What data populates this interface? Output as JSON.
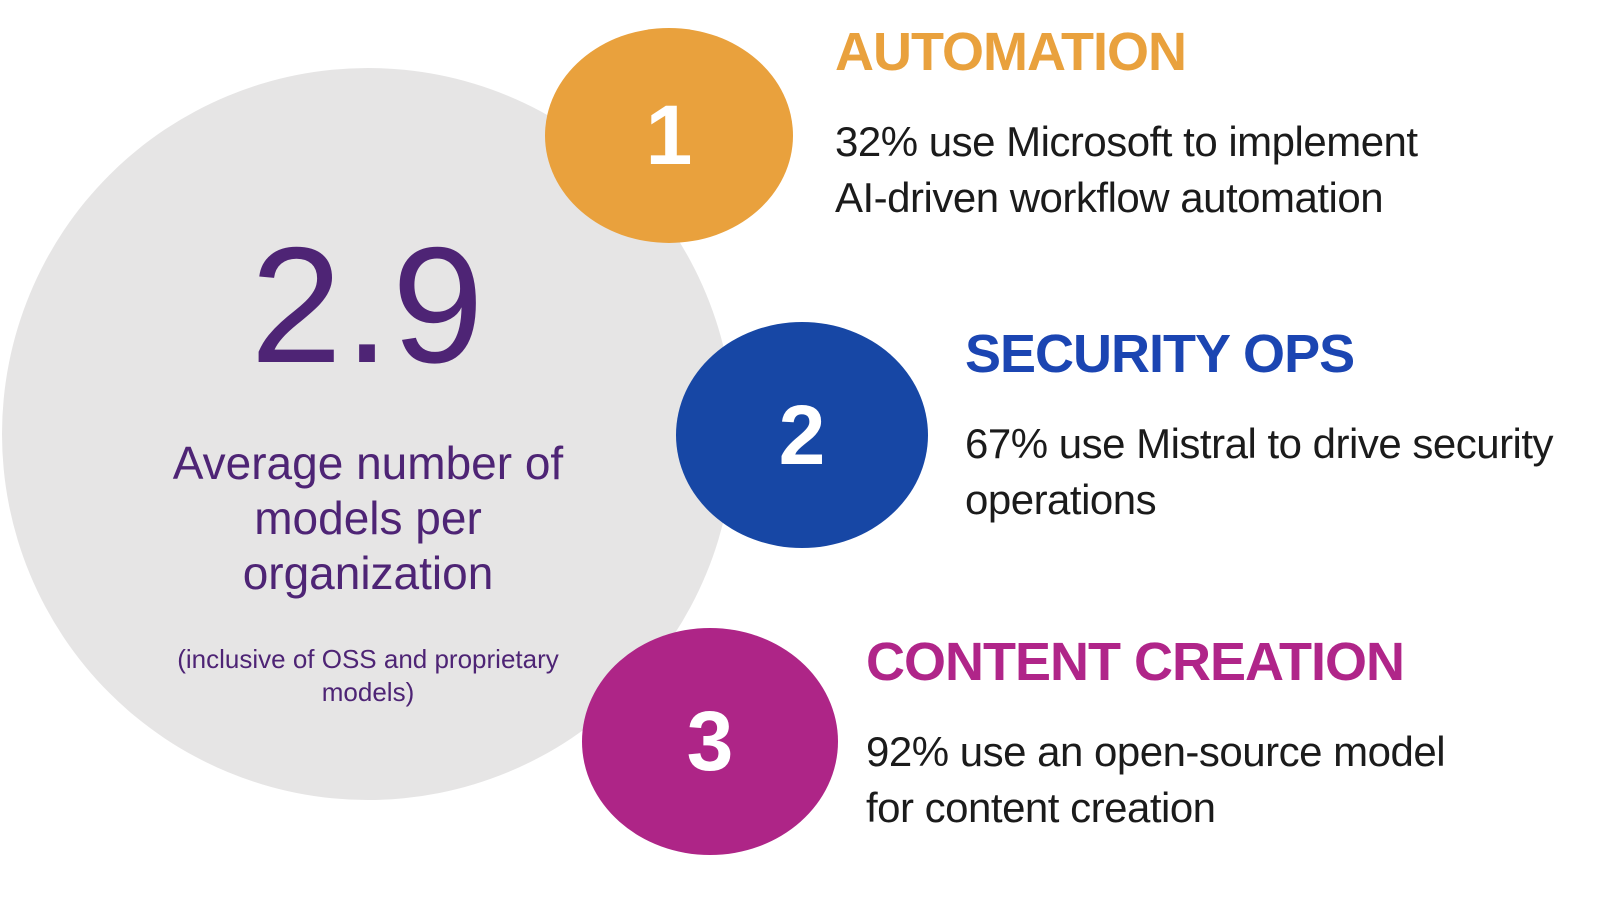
{
  "stat": {
    "value": "2.9",
    "label_lines": [
      "Average number of",
      "models per",
      "organization"
    ],
    "caption_lines": [
      "(inclusive of OSS and proprietary",
      "models)"
    ]
  },
  "sections": [
    {
      "number": "1",
      "title": "AUTOMATION",
      "lines": [
        "32% use Microsoft to implement",
        "AI-driven workflow automation"
      ],
      "accent": "#E9A13D"
    },
    {
      "number": "2",
      "title": "SECURITY OPS",
      "lines": [
        "67% use Mistral to drive security",
        "operations"
      ],
      "accent": "#1B45B2"
    },
    {
      "number": "3",
      "title": "CONTENT CREATION",
      "lines": [
        "92% use an open-source model",
        "for content creation"
      ],
      "accent": "#B02589"
    }
  ],
  "colors": {
    "background": "#FFFFFF",
    "stat_circle_fill": "#E6E5E5",
    "stat_text": "#4E2475",
    "body_text": "#1B1B1B",
    "circle1_fill": "#E9A13D",
    "circle2_fill": "#1747A5",
    "circle3_fill": "#AE2587",
    "number_text": "#FFFFFF"
  }
}
